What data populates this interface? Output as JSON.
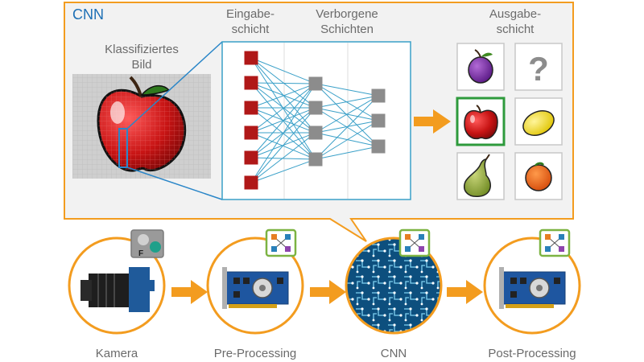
{
  "cnn_panel": {
    "title": "CNN",
    "image_label_line1": "Klassifiziertes",
    "image_label_line2": "Bild",
    "input_layer_line1": "Eingabe-",
    "input_layer_line2": "schicht",
    "hidden_layers_line1": "Verborgene",
    "hidden_layers_line2": "Schichten",
    "output_layer_line1": "Ausgabe-",
    "output_layer_line2": "schicht",
    "unknown_symbol": "?"
  },
  "pipeline": {
    "camera_label": "Kamera",
    "preprocessing_label": "Pre-Processing",
    "cnn_label": "CNN",
    "postprocessing_label": "Post-Processing",
    "camera_badge_letter": "F"
  },
  "colors": {
    "orange": "#f39c1f",
    "panel_bg": "#f2f2f2",
    "blue_line": "#3aa0c8",
    "title_blue": "#1d6fb5",
    "input_red": "#b01818",
    "hidden_gray": "#8c8c8c",
    "selected_green": "#2e9a3c",
    "badge_green": "#7cb342"
  },
  "icons": [
    "camera-icon",
    "graphics-card-icon",
    "circuit-board-icon",
    "network-badge-icon",
    "arrow-icon"
  ]
}
